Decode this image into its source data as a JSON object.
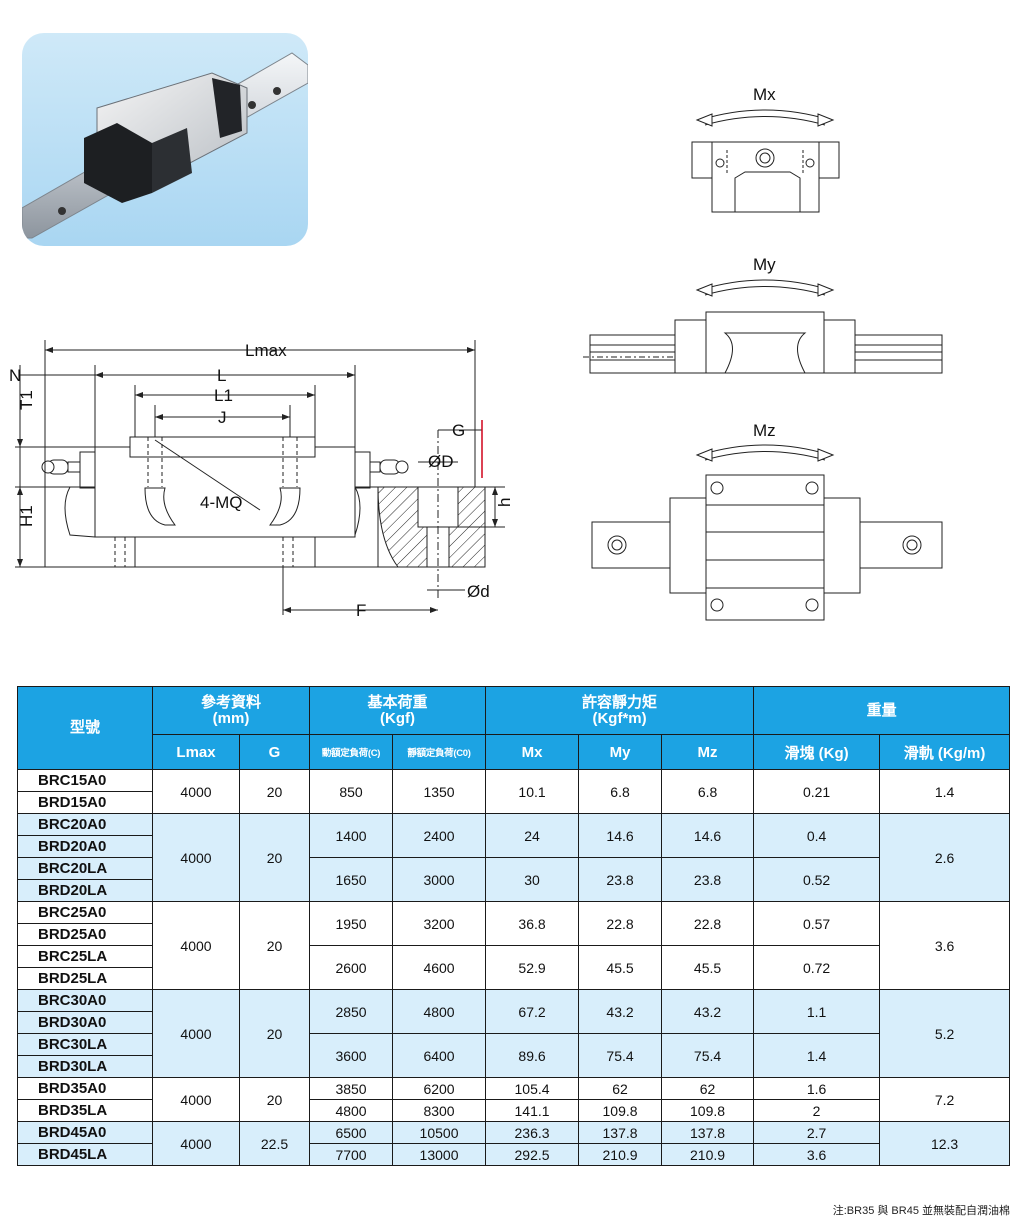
{
  "diagram": {
    "labels": {
      "lmax": "Lmax",
      "n": "N",
      "l": "L",
      "l1": "L1",
      "j": "J",
      "t1": "T1",
      "h1": "H1",
      "g": "G",
      "phi_d_big": "ØD",
      "mq": "4-MQ",
      "h": "h",
      "phi_d_small": "Ød",
      "f": "F",
      "mx": "Mx",
      "my": "My",
      "mz": "Mz"
    }
  },
  "table": {
    "headers": {
      "model": "型號",
      "ref_group": [
        "參考資料",
        "(mm)"
      ],
      "load_group": [
        "基本荷重",
        "(Kgf)"
      ],
      "moment_group": [
        "許容靜力矩",
        "(Kgf*m)"
      ],
      "weight_group": "重量",
      "lmax": "Lmax",
      "g": "G",
      "dynamic": "動額定負荷(C)",
      "static": "靜額定負荷(C0)",
      "mx": "Mx",
      "my": "My",
      "mz": "Mz",
      "block": "滑塊 (Kg)",
      "rail": "滑軌 (Kg/m)"
    },
    "rows": [
      {
        "model": "BRC15A0",
        "lmax": "4000",
        "g": "20",
        "c": "850",
        "c0": "1350",
        "mx": "10.1",
        "my": "6.8",
        "mz": "6.8",
        "block": "0.21",
        "rail": "1.4"
      },
      {
        "model": "BRD15A0"
      },
      {
        "model": "BRC20A0",
        "lmax": "4000",
        "g": "20",
        "c": "1400",
        "c0": "2400",
        "mx": "24",
        "my": "14.6",
        "mz": "14.6",
        "block": "0.4",
        "rail": "2.6"
      },
      {
        "model": "BRD20A0"
      },
      {
        "model": "BRC20LA",
        "c": "1650",
        "c0": "3000",
        "mx": "30",
        "my": "23.8",
        "mz": "23.8",
        "block": "0.52"
      },
      {
        "model": "BRD20LA"
      },
      {
        "model": "BRC25A0",
        "lmax": "4000",
        "g": "20",
        "c": "1950",
        "c0": "3200",
        "mx": "36.8",
        "my": "22.8",
        "mz": "22.8",
        "block": "0.57",
        "rail": "3.6"
      },
      {
        "model": "BRD25A0"
      },
      {
        "model": "BRC25LA",
        "c": "2600",
        "c0": "4600",
        "mx": "52.9",
        "my": "45.5",
        "mz": "45.5",
        "block": "0.72"
      },
      {
        "model": "BRD25LA"
      },
      {
        "model": "BRC30A0",
        "lmax": "4000",
        "g": "20",
        "c": "2850",
        "c0": "4800",
        "mx": "67.2",
        "my": "43.2",
        "mz": "43.2",
        "block": "1.1",
        "rail": "5.2"
      },
      {
        "model": "BRD30A0"
      },
      {
        "model": "BRC30LA",
        "c": "3600",
        "c0": "6400",
        "mx": "89.6",
        "my": "75.4",
        "mz": "75.4",
        "block": "1.4"
      },
      {
        "model": "BRD30LA"
      },
      {
        "model": "BRD35A0",
        "lmax": "4000",
        "g": "20",
        "c": "3850",
        "c0": "6200",
        "mx": "105.4",
        "my": "62",
        "mz": "62",
        "block": "1.6",
        "rail": "7.2"
      },
      {
        "model": "BRD35LA",
        "c": "4800",
        "c0": "8300",
        "mx": "141.1",
        "my": "109.8",
        "mz": "109.8",
        "block": "2"
      },
      {
        "model": "BRD45A0",
        "lmax": "4000",
        "g": "22.5",
        "c": "6500",
        "c0": "10500",
        "mx": "236.3",
        "my": "137.8",
        "mz": "137.8",
        "block": "2.7",
        "rail": "12.3"
      },
      {
        "model": "BRD45LA",
        "c": "7700",
        "c0": "13000",
        "mx": "292.5",
        "my": "210.9",
        "mz": "210.9",
        "block": "3.6"
      }
    ]
  },
  "footnote": "注:BR35 與 BR45 並無裝配自潤油棉"
}
